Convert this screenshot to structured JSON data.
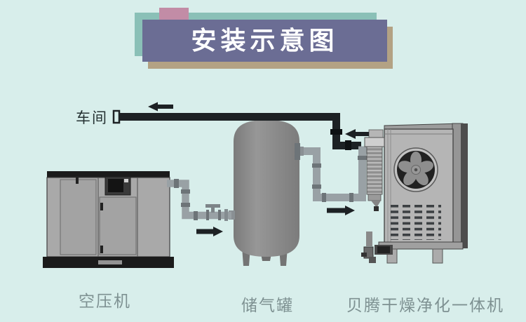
{
  "title": "安装示意图",
  "labels": {
    "workshop": "车间",
    "compressor": "空压机",
    "tank": "储气罐",
    "dryer": "贝腾干燥净化一体机"
  },
  "colors": {
    "background": "#d8eeeb",
    "banner_main": "#6b6d94",
    "banner_accent_teal": "#8ac0b7",
    "banner_accent_pink": "#c28ca6",
    "banner_accent_tan": "#b3a284",
    "pipe_black": "#1d2124",
    "pipe_gray": "#99a1a5",
    "equipment_gray": "#a9a9a9",
    "label_text": "#7e9192",
    "title_text": "#ffffff"
  },
  "flow_arrows": [
    {
      "name": "pipe-to-workshop-arrow",
      "direction": "left"
    },
    {
      "name": "dryer-outlet-arrow",
      "direction": "left"
    },
    {
      "name": "compressor-to-tank-arrow",
      "direction": "right"
    },
    {
      "name": "tank-to-dryer-arrow",
      "direction": "right"
    }
  ]
}
